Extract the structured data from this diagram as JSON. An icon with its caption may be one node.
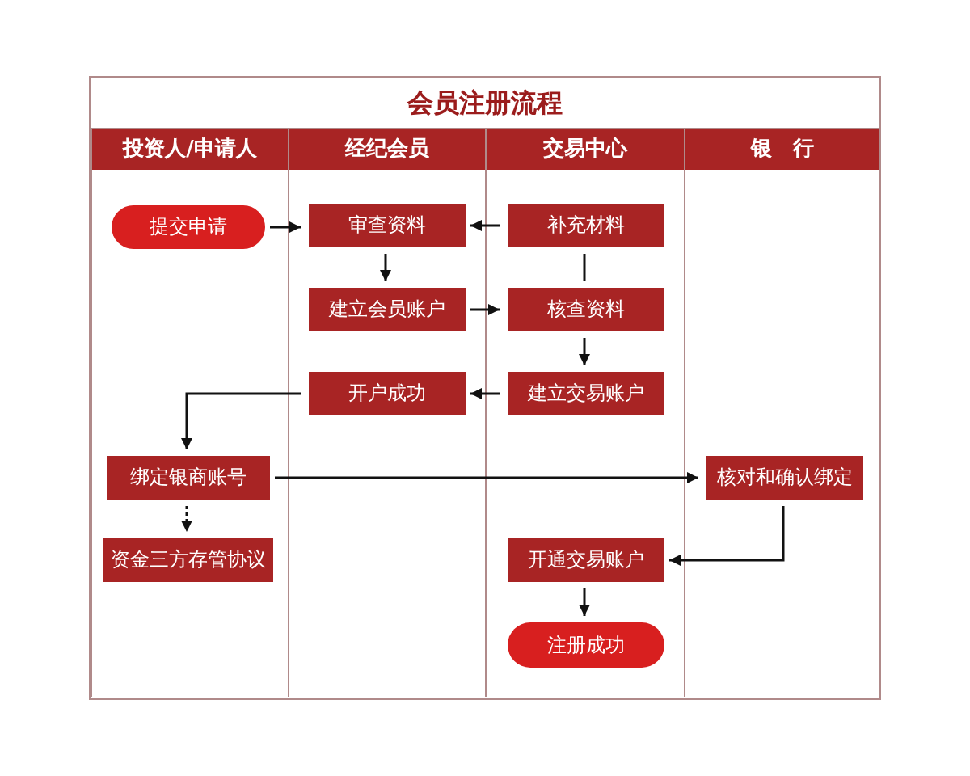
{
  "diagram": {
    "title": "会员注册流程",
    "nodes": [
      {
        "text": [
          "投资人/申请人"
        ]
      },
      {
        "text": [
          "经纪会员"
        ]
      },
      {
        "text": [
          "交易中心"
        ]
      },
      {
        "text": [
          "银　行"
        ]
      },
      {
        "text": [
          "提交申请"
        ],
        "in": 0
      },
      {
        "text": [
          "审查资料"
        ],
        "in": 1
      },
      {
        "text": [
          "建立会员账户"
        ],
        "in": 1
      },
      {
        "text": [
          "开户成功"
        ],
        "in": 1
      },
      {
        "text": [
          "补充材料"
        ],
        "in": 2
      },
      {
        "text": [
          "核查资料"
        ],
        "in": 2
      },
      {
        "text": [
          "建立交易账户"
        ],
        "in": 2
      },
      {
        "text": [
          "绑定银商账号"
        ],
        "in": 0
      },
      {
        "text": [
          "资金三方存管协议"
        ],
        "in": 0
      },
      {
        "text": [
          "核对和确认绑定"
        ],
        "in": 3
      },
      {
        "text": [
          "开通交易账户"
        ],
        "in": 2
      },
      {
        "text": [
          "注册成功"
        ],
        "in": 2
      }
    ],
    "edges": [
      {
        "from": 4,
        "to": 5,
        "arrow": "to"
      },
      {
        "from": 8,
        "to": 5,
        "arrow": "to"
      },
      {
        "from": 5,
        "to": 6,
        "arrow": "to"
      },
      {
        "from": 6,
        "to": 9,
        "arrow": "to"
      },
      {
        "from": 8,
        "to": 9,
        "arrow": "none"
      },
      {
        "from": 9,
        "to": 10,
        "arrow": "to"
      },
      {
        "from": 10,
        "to": 7,
        "arrow": "to"
      },
      {
        "from": 7,
        "to": 11,
        "arrow": "to"
      },
      {
        "from": 11,
        "to": 12,
        "arrow": "to",
        "style": "dashed"
      },
      {
        "from": 11,
        "to": 13,
        "arrow": "to"
      },
      {
        "from": 13,
        "to": 14,
        "arrow": "to"
      },
      {
        "from": 14,
        "to": 15,
        "arrow": "to"
      }
    ]
  }
}
